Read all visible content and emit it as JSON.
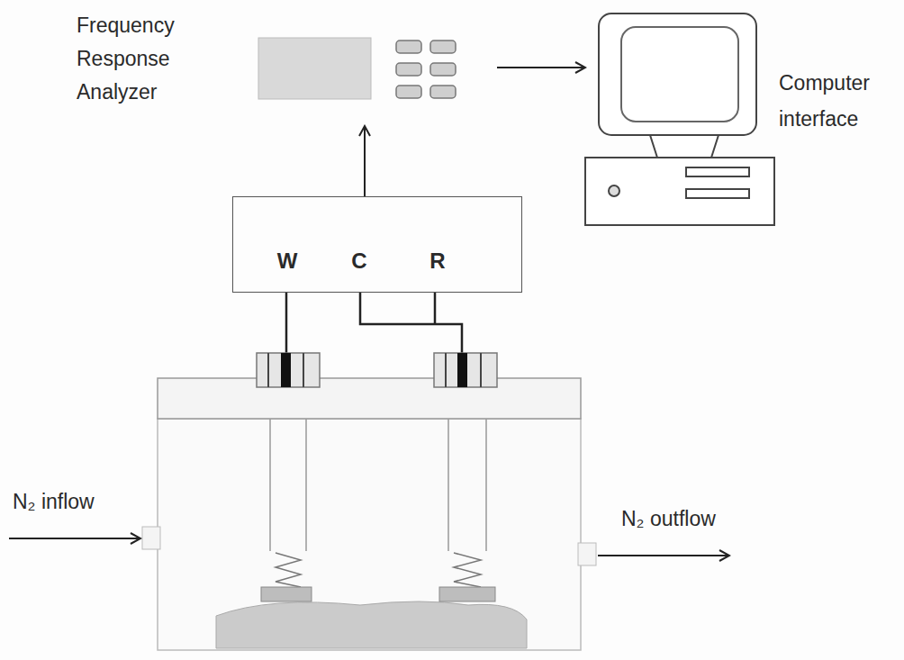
{
  "diagram": {
    "nodes": [
      {
        "text": [
          "Frequency Response Analyzer"
        ]
      },
      {
        "text": [
          "Computer interface"
        ]
      },
      {
        "text": [
          "W",
          "C",
          "R"
        ]
      }
    ],
    "edges": [
      {
        "from": 2,
        "to": 0,
        "arrow": "to"
      },
      {
        "from": 0,
        "to": 1,
        "arrow": "to"
      }
    ],
    "labels": [
      "N₂ inflow",
      "N₂ outflow"
    ]
  }
}
